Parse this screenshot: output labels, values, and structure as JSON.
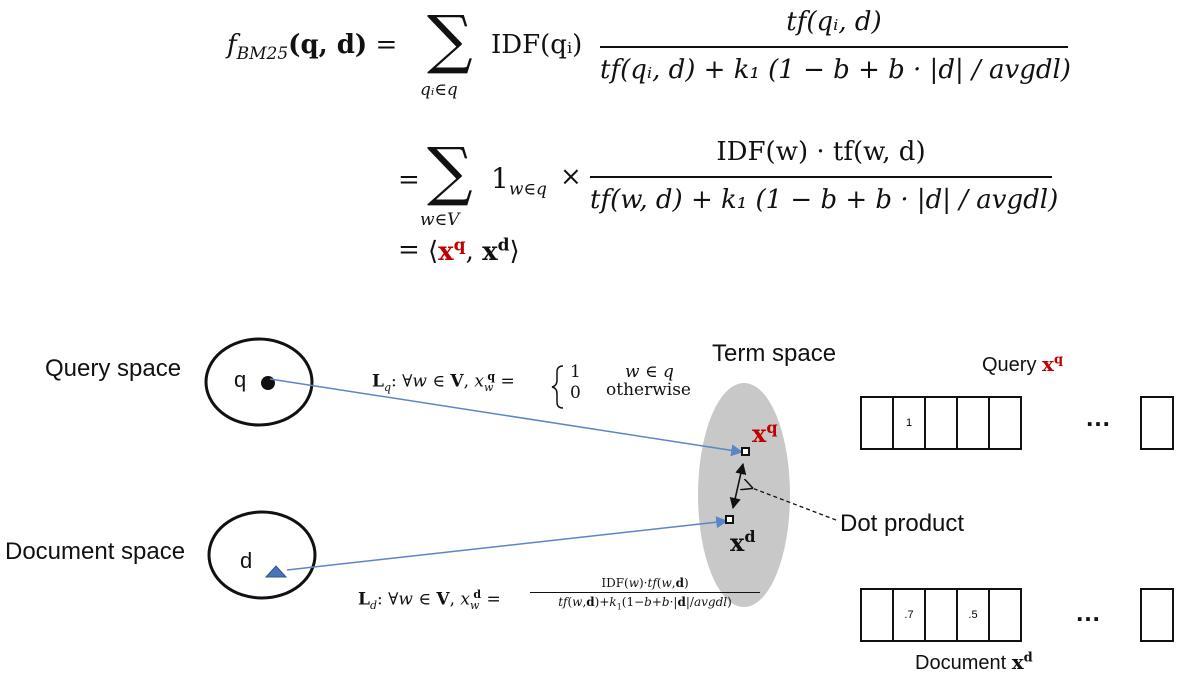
{
  "formula": {
    "line1_lhs": "f",
    "line1_lhs_sub": "BM25",
    "line1_lhs_args": "(q, d)",
    "eq": "=",
    "sum_sub1": "qᵢ∈q",
    "idf_term": "IDF(qᵢ)",
    "num1": "tf(qᵢ, d)",
    "den1": "tf(qᵢ, d) + k₁ (1 − b + b · |d| / avgdl)",
    "sum_sub2": "w∈V",
    "indicator": "1",
    "indicator_sub": "w∈q",
    "times": "×",
    "num2": "IDF(w) · tf(w, d)",
    "den2": "tf(w, d) + k₁ (1 − b + b · |d| / avgdl)",
    "line3": "⟨xq, xd⟩"
  },
  "diagram": {
    "query_space_label": "Query space",
    "query_symbol": "q",
    "document_space_label": "Document space",
    "document_symbol": "d",
    "term_space_label": "Term space",
    "xq_label": "x",
    "xq_sup": "q",
    "xd_label": "x",
    "xd_sup": "d",
    "dot_product_label": "Dot product",
    "Lq_formula": "L_q: ∀w ∈ V, x_w^q = {1 w ∈ q ; 0 otherwise}",
    "Lq_case1_val": "1",
    "Lq_case1_cond": "w ∈ q",
    "Lq_case2_val": "0",
    "Lq_case2_cond": "otherwise",
    "Ld_formula": "L_d: ∀w ∈ V, x_w^d = IDF(w)·tf(w,d) / (tf(w,d)+k₁(1−b+b·|d|/avgdl))"
  },
  "vectors": {
    "query_title": "Query",
    "query_symbol": "x",
    "query_sup": "q",
    "query_cells": [
      "",
      "1",
      "",
      "",
      "",
      ""
    ],
    "document_title": "Document",
    "document_symbol": "x",
    "document_sup": "d",
    "document_cells": [
      "",
      ".7",
      "",
      ".5",
      "",
      ""
    ],
    "ellipsis": "…"
  },
  "colors": {
    "accent_red": "#c00000",
    "arrow_blue": "#5b86c5",
    "term_space_fill": "#c8c8c8",
    "triangle_blue": "#4a74b4"
  }
}
